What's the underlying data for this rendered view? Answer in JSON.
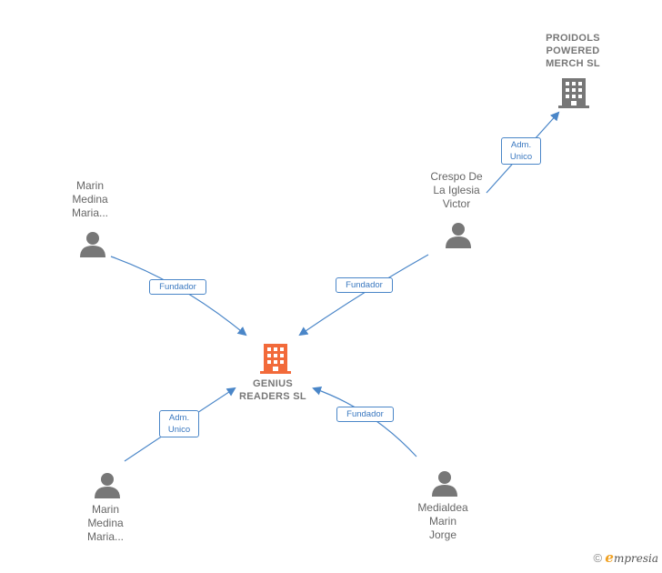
{
  "nodes": {
    "proidols": {
      "lines": [
        "PROIDOLS",
        "POWERED",
        "MERCH  SL"
      ]
    },
    "genius": {
      "lines": [
        "GENIUS",
        "READERS  SL"
      ]
    },
    "crespo": {
      "lines": [
        "Crespo De",
        "La Iglesia",
        "Victor"
      ]
    },
    "marin_top": {
      "lines": [
        "Marin",
        "Medina",
        "Maria..."
      ]
    },
    "marin_bottom": {
      "lines": [
        "Marin",
        "Medina",
        "Maria..."
      ]
    },
    "medialdea": {
      "lines": [
        "Medialdea",
        "Marin",
        "Jorge"
      ]
    }
  },
  "edges": {
    "crespo_proidols": {
      "lines": [
        "Adm.",
        "Unico"
      ]
    },
    "marin_top_genius": {
      "lines": [
        "Fundador"
      ]
    },
    "crespo_genius": {
      "lines": [
        "Fundador"
      ]
    },
    "marin_bottom_genius": {
      "lines": [
        "Adm.",
        "Unico"
      ]
    },
    "medialdea_genius": {
      "lines": [
        "Fundador"
      ]
    }
  },
  "colors": {
    "edge": "#4a86c8",
    "company_main": "#f26a3a",
    "company_other": "#777777",
    "person": "#777777"
  },
  "footer": {
    "copyright": "©",
    "brand_initial": "e",
    "brand_rest": "mpresia"
  }
}
